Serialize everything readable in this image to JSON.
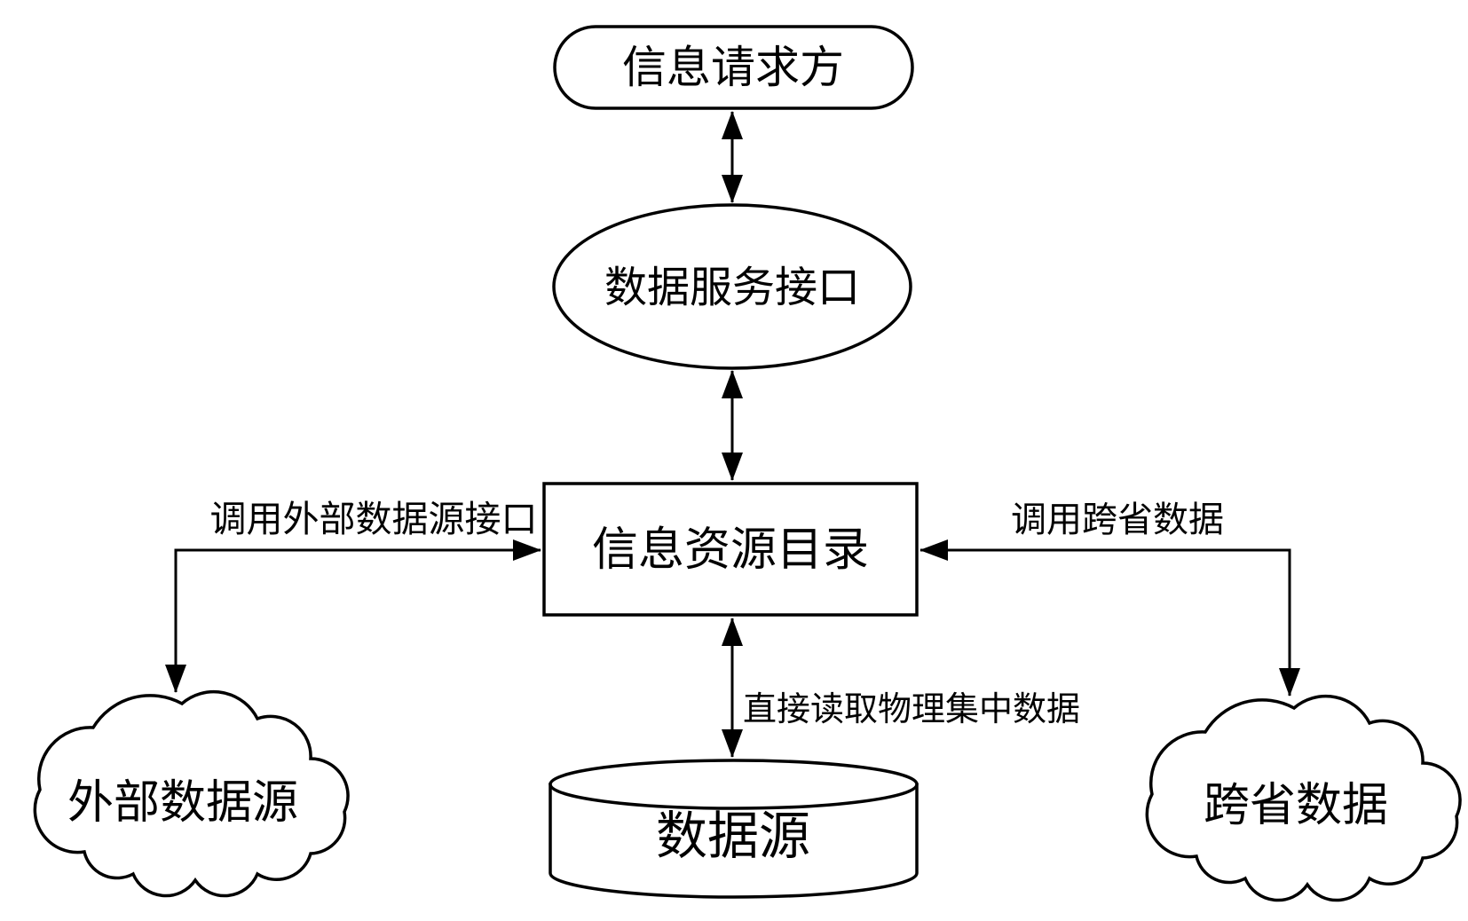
{
  "diagram": {
    "type": "flowchart",
    "colors": {
      "stroke": "#000000",
      "fill": "#ffffff",
      "background": "#ffffff"
    },
    "nodes": {
      "requester": {
        "label": "信息请求方",
        "shape": "rounded-rectangle"
      },
      "service_interface": {
        "label": "数据服务接口",
        "shape": "ellipse"
      },
      "resource_catalog": {
        "label": "信息资源目录",
        "shape": "rectangle"
      },
      "data_source": {
        "label": "数据源",
        "shape": "cylinder"
      },
      "external_data_source": {
        "label": "外部数据源",
        "shape": "cloud"
      },
      "cross_province_data": {
        "label": "跨省数据",
        "shape": "cloud"
      }
    },
    "edge_labels": {
      "call_external": "调用外部数据源接口",
      "call_cross_province": "调用跨省数据",
      "direct_read": "直接读取物理集中数据"
    },
    "edges": [
      {
        "from": "requester",
        "to": "service_interface",
        "style": "double-arrow"
      },
      {
        "from": "service_interface",
        "to": "resource_catalog",
        "style": "double-arrow"
      },
      {
        "from": "resource_catalog",
        "to": "data_source",
        "style": "double-arrow",
        "label": "直接读取物理集中数据"
      },
      {
        "from": "external_data_source",
        "to": "resource_catalog",
        "style": "elbow-arrow",
        "label": "调用外部数据源接口"
      },
      {
        "from": "cross_province_data",
        "to": "resource_catalog",
        "style": "elbow-arrow",
        "label": "调用跨省数据"
      }
    ]
  }
}
